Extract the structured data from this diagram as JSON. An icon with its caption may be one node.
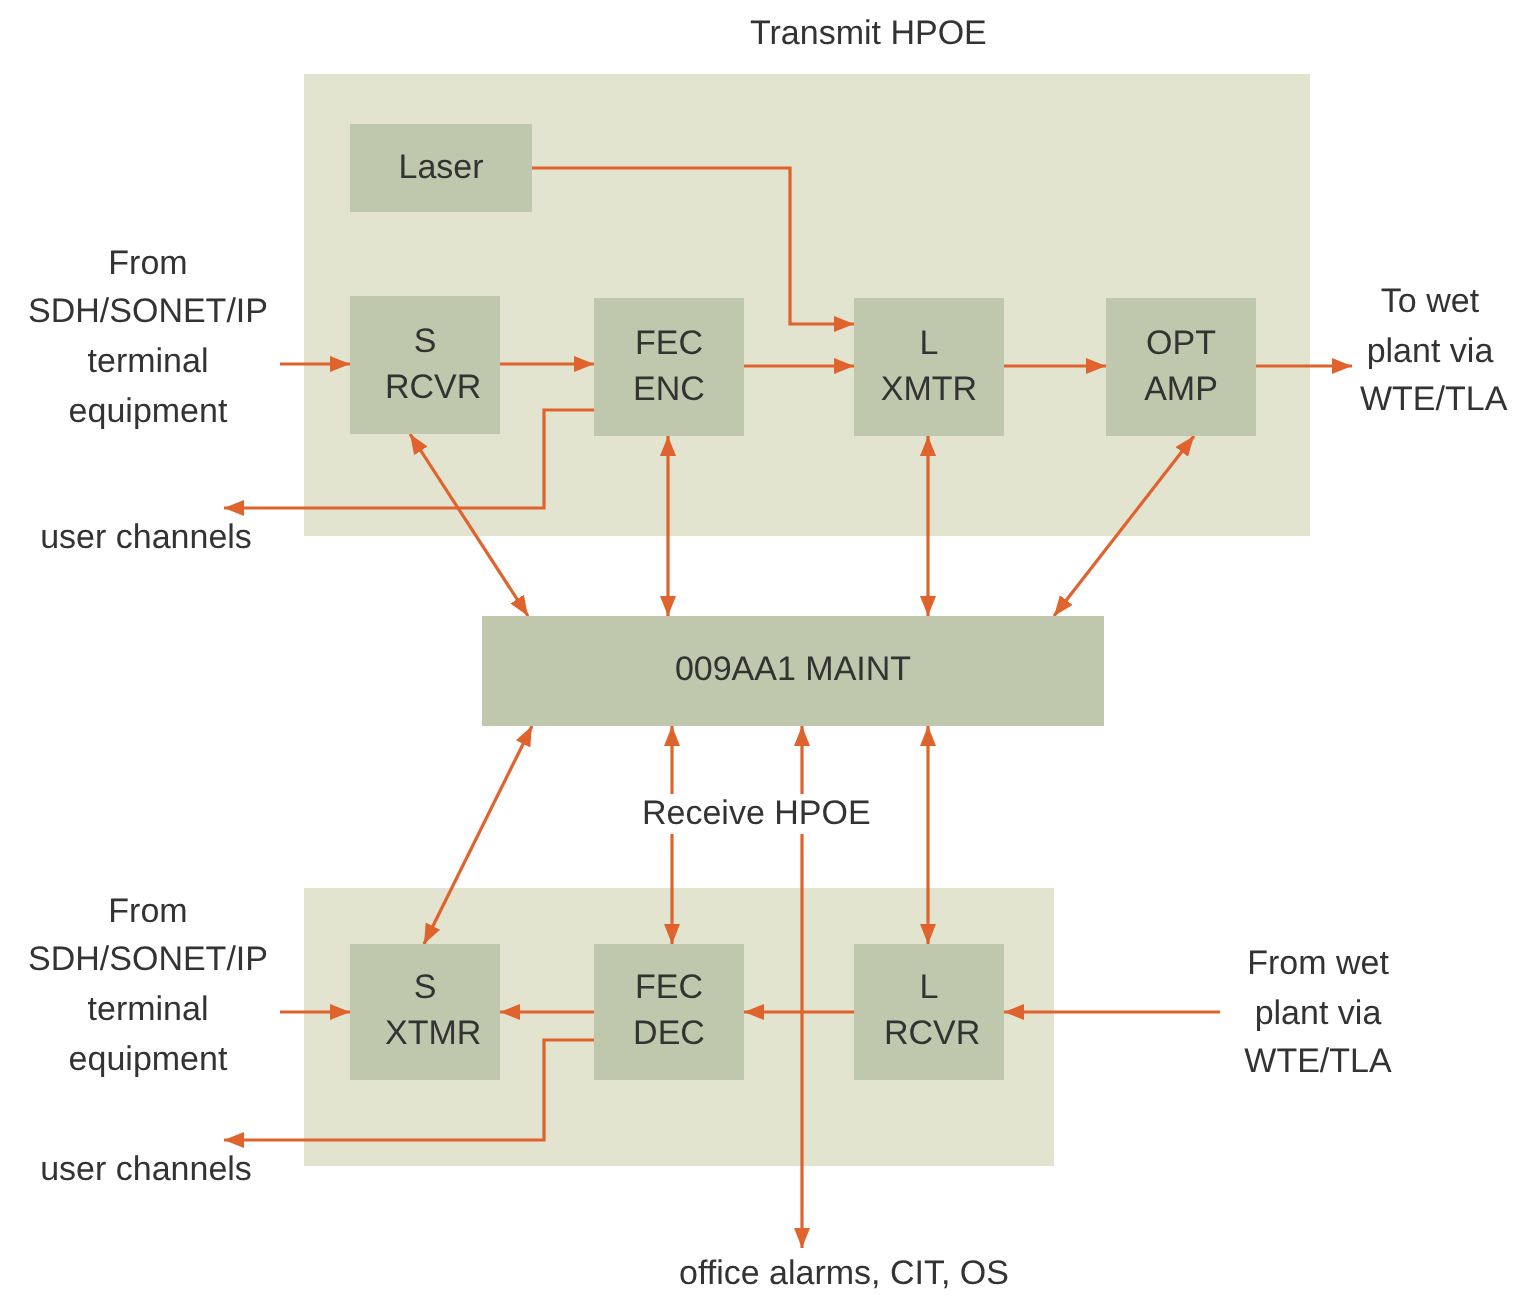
{
  "diagram": {
    "nodes": [
      {
        "text": [
          "Transmit HPOE"
        ]
      },
      {
        "text": [
          "Laser"
        ],
        "in": 0
      },
      {
        "text": [
          "S RCVR"
        ],
        "in": 0
      },
      {
        "text": [
          "FEC ENC"
        ],
        "in": 0
      },
      {
        "text": [
          "L XMTR"
        ],
        "in": 0
      },
      {
        "text": [
          "OPT AMP"
        ],
        "in": 0
      },
      {
        "text": [
          "From SDH/SONET/IP terminal equipment"
        ]
      },
      {
        "text": [
          "To wet plant via WTE/TLA"
        ]
      },
      {
        "text": [
          "user channels"
        ]
      },
      {
        "text": [
          "009AA1 MAINT"
        ]
      },
      {
        "text": [
          "Receive HPOE"
        ]
      },
      {
        "text": [
          "S XTMR"
        ],
        "in": 10
      },
      {
        "text": [
          "FEC DEC"
        ],
        "in": 10
      },
      {
        "text": [
          "L RCVR"
        ],
        "in": 10
      },
      {
        "text": [
          "From SDH/SONET/IP terminal equipment"
        ]
      },
      {
        "text": [
          "From wet plant via WTE/TLA"
        ]
      },
      {
        "text": [
          "user channels"
        ]
      },
      {
        "text": [
          "office alarms, CIT, OS"
        ]
      }
    ],
    "edges": [
      {
        "from": 6,
        "to": 2,
        "arrow": "to"
      },
      {
        "from": 2,
        "to": 3,
        "arrow": "to"
      },
      {
        "from": 1,
        "to": 4,
        "arrow": "to"
      },
      {
        "from": 3,
        "to": 4,
        "arrow": "to"
      },
      {
        "from": 4,
        "to": 5,
        "arrow": "to"
      },
      {
        "from": 5,
        "to": 7,
        "arrow": "to"
      },
      {
        "from": 3,
        "to": 8,
        "arrow": "to"
      },
      {
        "from": 2,
        "to": 9,
        "arrow": "both"
      },
      {
        "from": 3,
        "to": 9,
        "arrow": "both"
      },
      {
        "from": 4,
        "to": 9,
        "arrow": "both"
      },
      {
        "from": 5,
        "to": 9,
        "arrow": "both"
      },
      {
        "from": 9,
        "to": 11,
        "arrow": "both"
      },
      {
        "from": 9,
        "to": 12,
        "arrow": "both"
      },
      {
        "from": 9,
        "to": 13,
        "arrow": "both"
      },
      {
        "from": 9,
        "to": 17,
        "arrow": "both"
      },
      {
        "from": 14,
        "to": 11,
        "arrow": "to"
      },
      {
        "from": 13,
        "to": 12,
        "arrow": "to"
      },
      {
        "from": 12,
        "to": 11,
        "arrow": "to"
      },
      {
        "from": 15,
        "to": 13,
        "arrow": "to"
      },
      {
        "from": 12,
        "to": 16,
        "arrow": "to"
      }
    ]
  }
}
